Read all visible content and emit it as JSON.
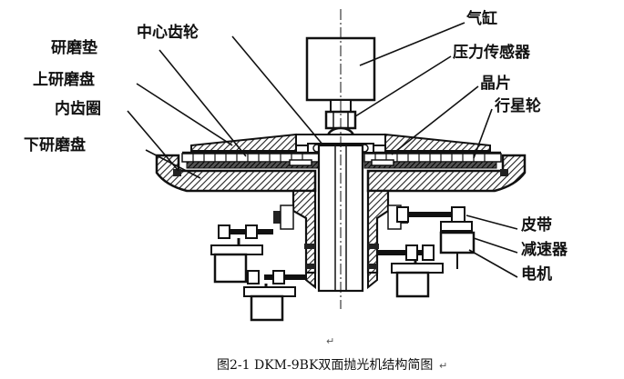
{
  "labels": {
    "yanmodian": "研磨垫",
    "zhongxinchilun": "中心齿轮",
    "qigang": "气缸",
    "shangyanmopan": "上研磨盘",
    "yalichuanganqi": "压力传感器",
    "jingpian": "晶片",
    "neichiquan": "内齿圈",
    "xingxinglun": "行星轮",
    "xiayanmopan": "下研磨盘",
    "pidai": "皮带",
    "jiansuqi": "减速器",
    "dianji": "电机"
  },
  "caption": "图2-1 DKM-9BK双面抛光机结构简图",
  "paragraph_mark": "↵",
  "colors": {
    "ink": "#111111",
    "paper": "#ffffff",
    "hatch": "#222222"
  }
}
